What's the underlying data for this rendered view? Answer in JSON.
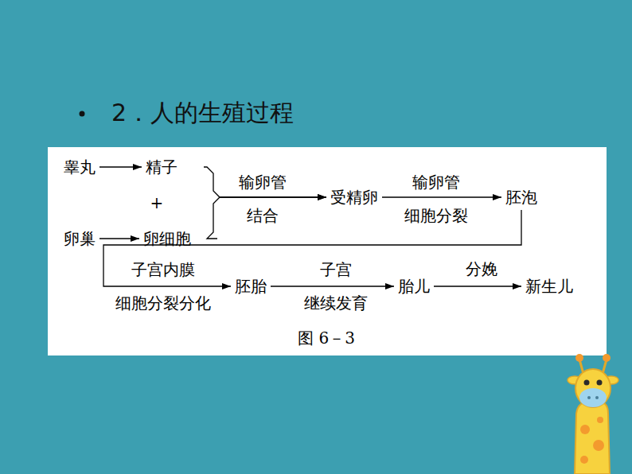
{
  "diagram": {
    "title": "2．人的生殖过程",
    "caption": "图 6－3",
    "nodes": [
      {
        "text": [
          "睾丸"
        ]
      },
      {
        "text": [
          "精子"
        ]
      },
      {
        "text": [
          "卵巢"
        ]
      },
      {
        "text": [
          "卵细胞"
        ]
      },
      {
        "text": [
          "受精卵"
        ]
      },
      {
        "text": [
          "胚泡"
        ]
      },
      {
        "text": [
          "胚胎"
        ]
      },
      {
        "text": [
          "胎儿"
        ]
      },
      {
        "text": [
          "新生儿"
        ]
      }
    ],
    "edges": [
      {
        "from": 0,
        "to": 1,
        "arrow": "to"
      },
      {
        "from": 2,
        "to": 3,
        "arrow": "to"
      },
      {
        "from": 1,
        "to": 4,
        "label": "输卵管 结合",
        "arrow": "to"
      },
      {
        "from": 3,
        "to": 4,
        "arrow": "to"
      },
      {
        "from": 4,
        "to": 5,
        "label": "输卵管 细胞分裂",
        "arrow": "to"
      },
      {
        "from": 5,
        "to": 6,
        "label": "子宫内膜 细胞分裂分化",
        "arrow": "to"
      },
      {
        "from": 6,
        "to": 7,
        "label": "子宫 继续发育",
        "arrow": "to"
      },
      {
        "from": 7,
        "to": 8,
        "label": "分娩",
        "arrow": "to"
      }
    ],
    "labels": [
      "+"
    ]
  }
}
